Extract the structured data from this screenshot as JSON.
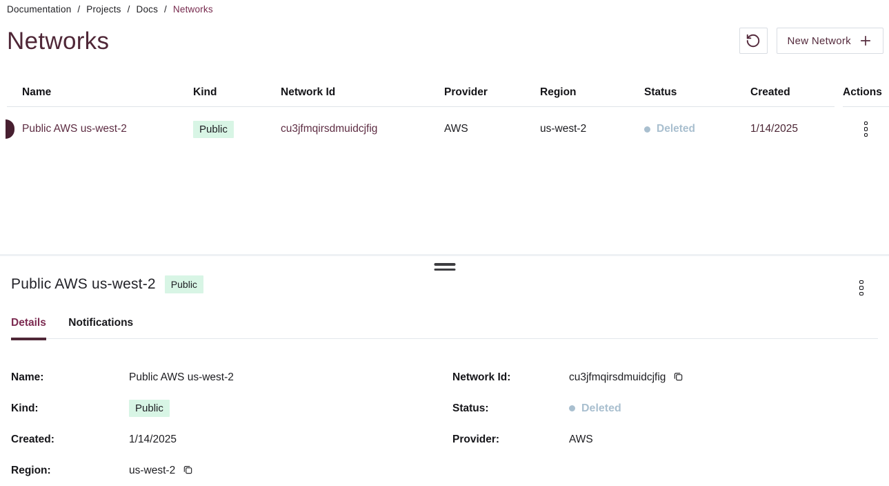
{
  "breadcrumb": {
    "items": [
      "Documentation",
      "Projects",
      "Docs"
    ],
    "current": "Networks",
    "separator": "/"
  },
  "page": {
    "title": "Networks"
  },
  "toolbar": {
    "refresh_icon": "refresh-icon",
    "new_network_label": "New Network",
    "plus_icon": "plus-icon"
  },
  "table": {
    "columns": [
      "Name",
      "Kind",
      "Network Id",
      "Provider",
      "Region",
      "Status",
      "Created",
      "Actions"
    ],
    "rows": [
      {
        "name": "Public AWS us-west-2",
        "kind": "Public",
        "network_id": "cu3jfmqirsdmuidcjfig",
        "provider": "AWS",
        "region": "us-west-2",
        "status": "Deleted",
        "created": "1/14/2025",
        "actions_icon": "kebab-menu-icon"
      }
    ]
  },
  "drawer": {
    "title": "Public AWS us-west-2",
    "kind_badge": "Public",
    "menu_icon": "kebab-menu-icon",
    "tabs": [
      {
        "label": "Details",
        "active": true
      },
      {
        "label": "Notifications",
        "active": false
      }
    ],
    "details": {
      "left": [
        {
          "label": "Name:",
          "value": "Public AWS us-west-2"
        },
        {
          "label": "Kind:",
          "value": "Public"
        },
        {
          "label": "Created:",
          "value": "1/14/2025"
        },
        {
          "label": "Region:",
          "value": "us-west-2",
          "copy_icon": "copy-icon"
        }
      ],
      "right": [
        {
          "label": "Network Id:",
          "value": "cu3jfmqirsdmuidcjfig",
          "copy_icon": "copy-icon"
        },
        {
          "label": "Status:",
          "value": "Deleted"
        },
        {
          "label": "Provider:",
          "value": "AWS"
        }
      ]
    }
  },
  "colors": {
    "accent_dark": "#4f2737",
    "accent_link": "#76294d",
    "badge_bg": "#d8f5e5",
    "status_deleted": "#a9bfcf",
    "border": "#e0e4e9"
  }
}
